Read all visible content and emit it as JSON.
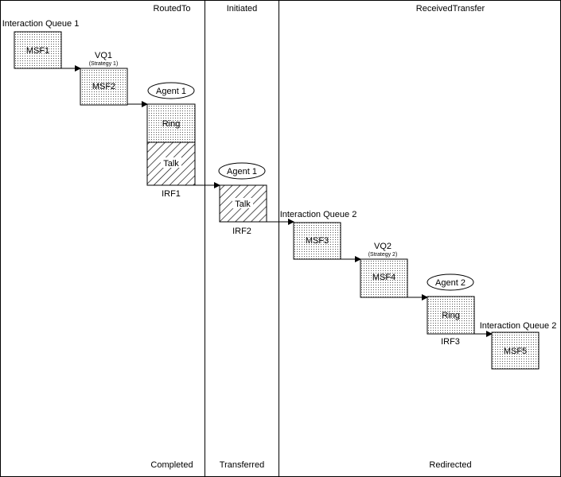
{
  "swimlanes": [
    {
      "header": "RoutedTo",
      "footer": "Completed"
    },
    {
      "header": "Initiated",
      "footer": "Transferred"
    },
    {
      "header": "ReceivedTransfer",
      "footer": "Redirected"
    }
  ],
  "nodes": {
    "msf1": {
      "label": "MSF1",
      "caption": "Interaction Queue 1"
    },
    "msf2": {
      "label": "MSF2",
      "caption": "VQ1",
      "sub": "(Strategy 1)"
    },
    "ring1": {
      "label": "Ring",
      "agent": "Agent 1"
    },
    "talk1": {
      "label": "Talk",
      "under": "IRF1"
    },
    "talk2": {
      "label": "Talk",
      "agent": "Agent 1",
      "under": "IRF2"
    },
    "msf3": {
      "label": "MSF3",
      "caption": "Interaction Queue 2"
    },
    "msf4": {
      "label": "MSF4",
      "caption": "VQ2",
      "sub": "(Strategy 2)"
    },
    "ring3": {
      "label": "Ring",
      "agent": "Agent 2",
      "under": "IRF3"
    },
    "msf5": {
      "label": "MSF5",
      "caption": "Interaction Queue 2"
    }
  }
}
